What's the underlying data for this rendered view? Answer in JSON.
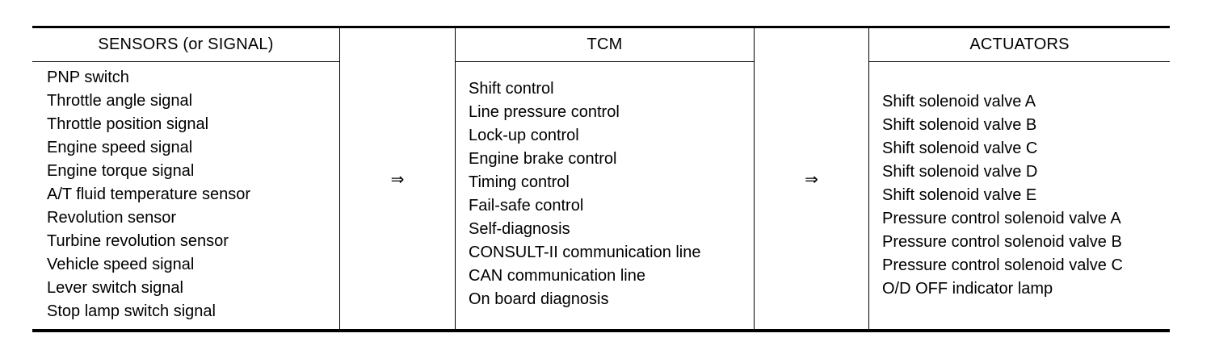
{
  "sensors": {
    "header": "SENSORS (or SIGNAL)",
    "items": [
      "PNP switch",
      "Throttle angle signal",
      "Throttle position signal",
      "Engine speed signal",
      "Engine torque signal",
      "A/T fluid temperature sensor",
      "Revolution sensor",
      "Turbine revolution sensor",
      "Vehicle speed signal",
      "Lever switch signal",
      "Stop lamp switch signal"
    ]
  },
  "arrow_symbol": "⇒",
  "tcm": {
    "header": "TCM",
    "items": [
      "Shift control",
      "Line pressure control",
      "Lock-up control",
      "Engine brake control",
      "Timing control",
      "Fail-safe control",
      "Self-diagnosis",
      "CONSULT-II communication line",
      "CAN communication line",
      "On board diagnosis"
    ]
  },
  "actuators": {
    "header": "ACTUATORS",
    "items": [
      "Shift solenoid valve A",
      "Shift solenoid valve B",
      "Shift solenoid valve C",
      "Shift solenoid valve D",
      "Shift solenoid valve E",
      "Pressure control solenoid valve A",
      "Pressure control solenoid valve B",
      "Pressure control solenoid valve C",
      "O/D OFF indicator lamp"
    ]
  }
}
